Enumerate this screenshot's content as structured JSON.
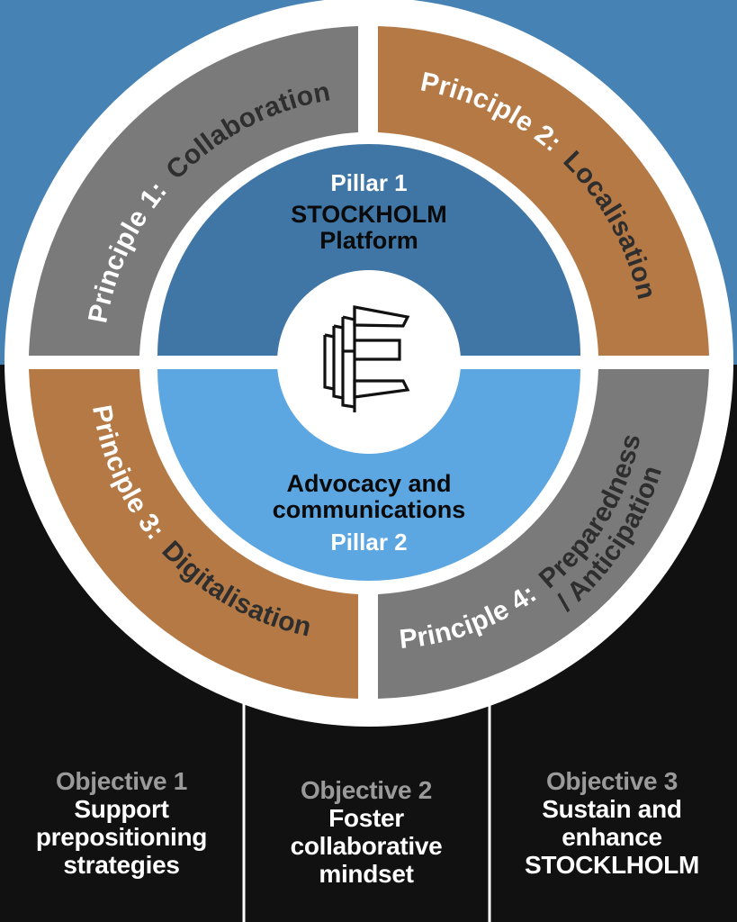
{
  "colors": {
    "background_top": "#4682B4",
    "background_bottom": "#111111",
    "ring_white": "#FFFFFF",
    "principle_gray": "#7A7A7A",
    "principle_brown": "#B47945",
    "pillar1_blue": "#3F76A6",
    "pillar2_blue": "#5CA6E2",
    "text_dark": "#2E2E2E",
    "text_black": "#0A0A0A",
    "text_white": "#FFFFFF",
    "objective_label_gray": "#9A9A9A"
  },
  "principles": [
    {
      "id": 1,
      "prefix": "Principle 1:",
      "name": "Collaboration",
      "color": "gray"
    },
    {
      "id": 2,
      "prefix": "Principle 2:",
      "name": "Localisation",
      "color": "brown"
    },
    {
      "id": 3,
      "prefix": "Principle 3:",
      "name": "Digitalisation",
      "color": "brown"
    },
    {
      "id": 4,
      "prefix": "Principle 4:",
      "name_line1": "Preparedness",
      "name_line2": "/ Anticipation",
      "color": "gray"
    }
  ],
  "pillars": [
    {
      "label": "Pillar 1",
      "title_line1": "STOCKHOLM",
      "title_line2": "Platform"
    },
    {
      "label": "Pillar 2",
      "title_line1": "Advocacy and",
      "title_line2": "communications"
    }
  ],
  "center_logo": {
    "icon": "stacked-e-logo-icon"
  },
  "objectives": [
    {
      "label": "Objective 1",
      "lines": [
        "Support",
        "prepositioning",
        "strategies"
      ]
    },
    {
      "label": "Objective 2",
      "lines": [
        "Foster",
        "collaborative",
        "mindset"
      ]
    },
    {
      "label": "Objective 3",
      "lines": [
        "Sustain and",
        "enhance",
        "STOCKLHOLM"
      ]
    }
  ]
}
